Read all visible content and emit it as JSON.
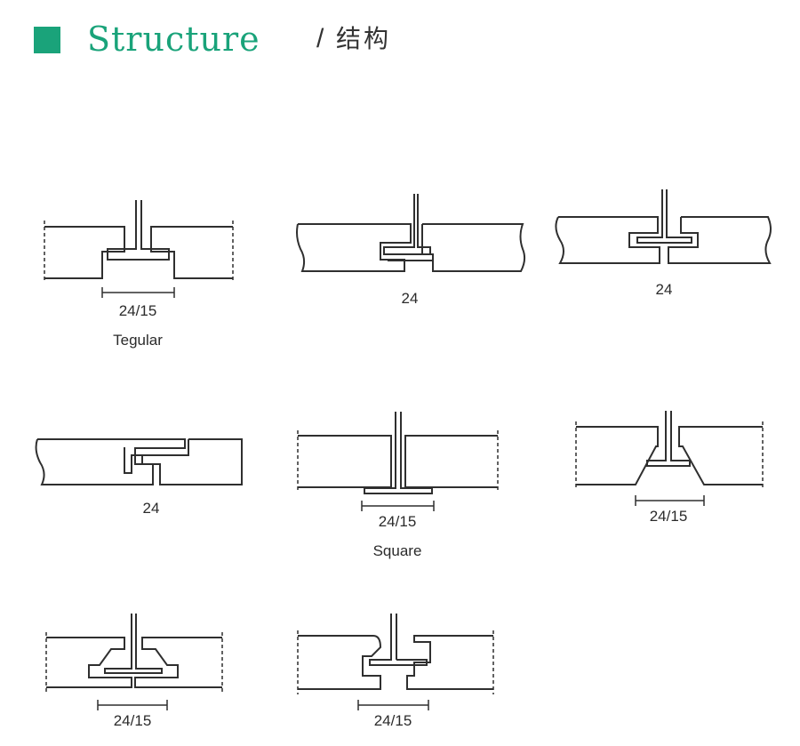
{
  "header": {
    "title": "Structure",
    "separator": "/",
    "subtitle": "结构"
  },
  "profiles": [
    {
      "id": "p1",
      "dimension": "24/15",
      "name": "Tegular"
    },
    {
      "id": "p2",
      "dimension": "24"
    },
    {
      "id": "p3",
      "dimension": "24"
    },
    {
      "id": "p4",
      "dimension": "24"
    },
    {
      "id": "p5",
      "dimension": "24/15",
      "name": "Square"
    },
    {
      "id": "p6",
      "dimension": "24/15"
    },
    {
      "id": "p7",
      "dimension": "24/15"
    },
    {
      "id": "p8",
      "dimension": "24/15"
    }
  ]
}
